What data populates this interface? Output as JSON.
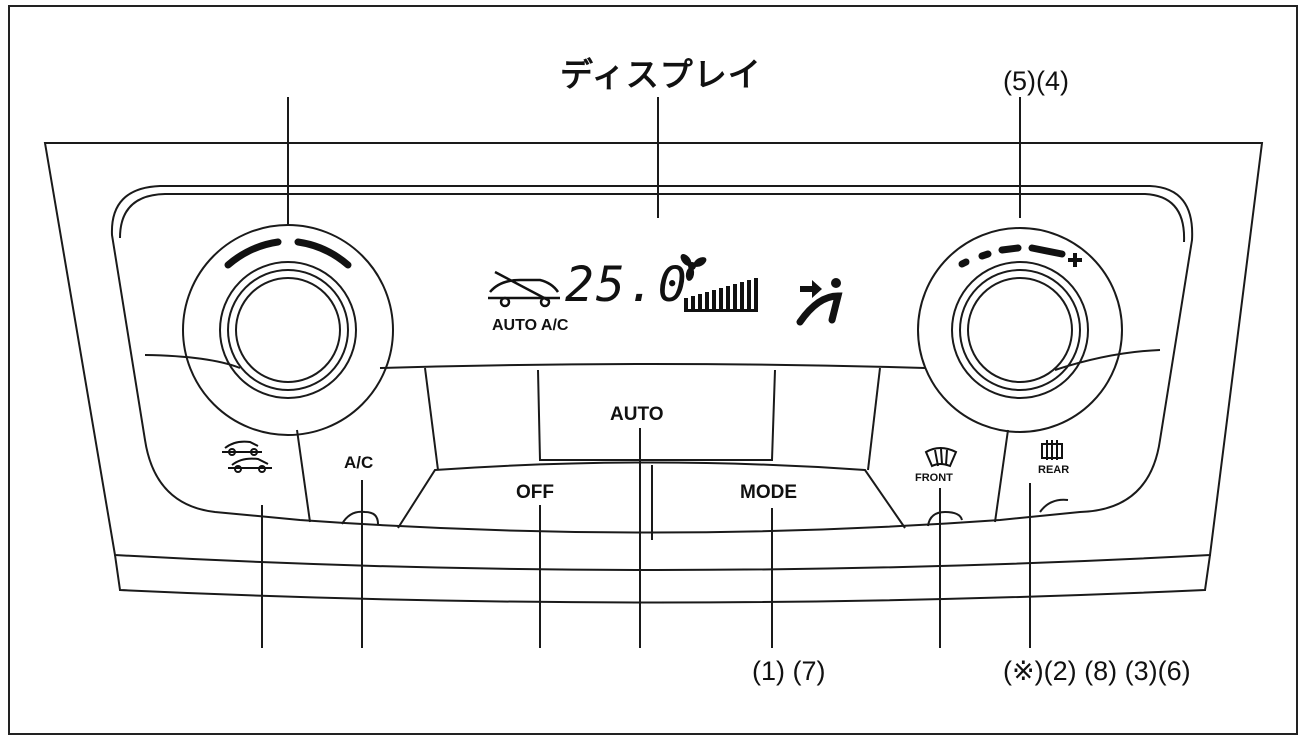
{
  "title": "ディスプレイ",
  "labels": {
    "top_right": "(5)(4)",
    "bottom_mode": "(1) (7)",
    "bottom_right": "(※)(2) (8) (3)(6)"
  },
  "buttons": {
    "auto": "AUTO",
    "off": "OFF",
    "mode": "MODE",
    "ac": "A/C",
    "front": "FRONT",
    "rear": "REAR"
  },
  "display": {
    "temperature": "25.0",
    "status": "AUTO A/C"
  },
  "icons": [
    "recirculation-icon",
    "fan-icon",
    "fan-level-bars-icon",
    "airflow-mode-icon",
    "front-defrost-icon",
    "rear-defrost-icon"
  ],
  "colors": {
    "line": "#1a1a1a",
    "background": "#ffffff"
  }
}
